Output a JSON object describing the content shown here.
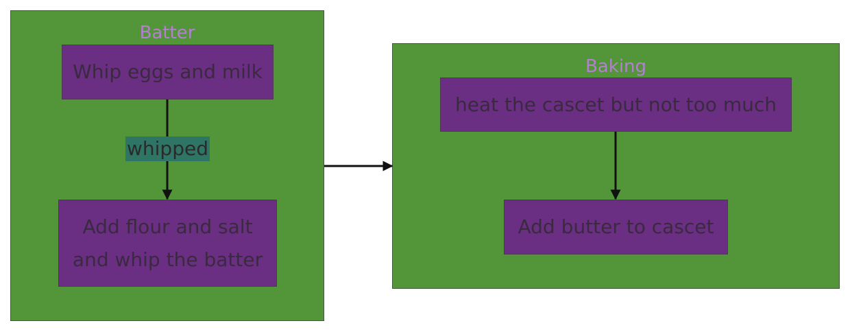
{
  "colors": {
    "background": "#ffffff",
    "cluster_fill": "#529639",
    "cluster_title": "#b57fd0",
    "node_fill": "#6a2e82",
    "node_text": "#3a2a40",
    "edge": "#111111",
    "edge_label_bg": "#2e7565",
    "edge_label_text": "#2a2a2a"
  },
  "clusters": {
    "batter": {
      "title": "Batter"
    },
    "baking": {
      "title": "Baking"
    }
  },
  "nodes": {
    "whip": {
      "label": "Whip eggs and milk"
    },
    "flour": {
      "line1": "Add flour and salt",
      "line2": "and whip the batter"
    },
    "heat": {
      "label": "heat the cascet but not too much"
    },
    "butter": {
      "label": "Add butter to cascet"
    }
  },
  "edges": {
    "whip_to_flour": {
      "label": "whipped"
    }
  }
}
